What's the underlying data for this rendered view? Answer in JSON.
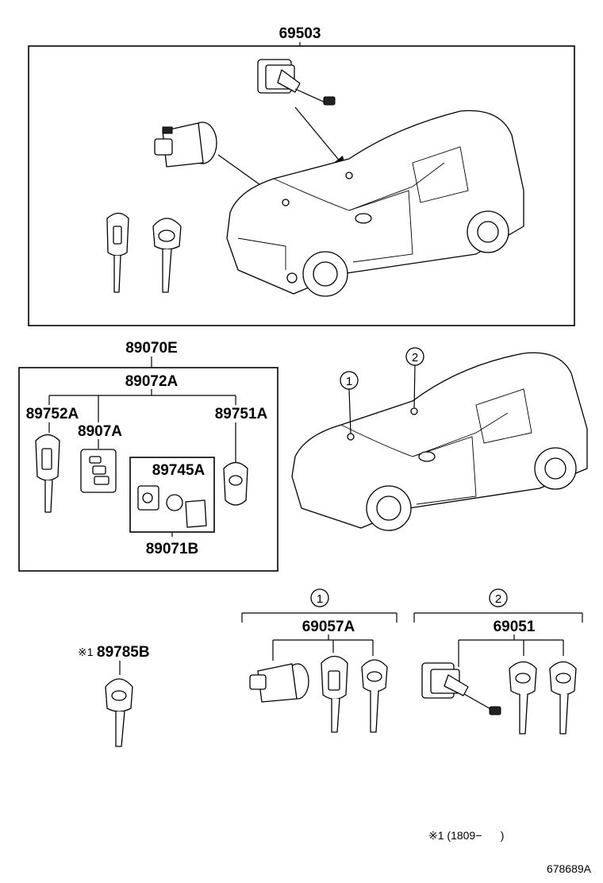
{
  "title": "69503",
  "kit": {
    "assembly": "89070E",
    "sub_assembly": "89072A",
    "transmitter_left": "89752A",
    "case": "8907A",
    "transmitter_right": "89751A",
    "inner_group": "89745A",
    "inner_group_bottom": "89071B"
  },
  "callouts": {
    "one": "1",
    "two": "2"
  },
  "groups": {
    "set_one_label": "1",
    "set_one_part": "69057A",
    "set_two_label": "2",
    "set_two_part": "69051"
  },
  "blank_key": {
    "prefix": "※1",
    "part": "89785B"
  },
  "footnote": "※1 (1809−      )",
  "drawing_id": "678689A"
}
